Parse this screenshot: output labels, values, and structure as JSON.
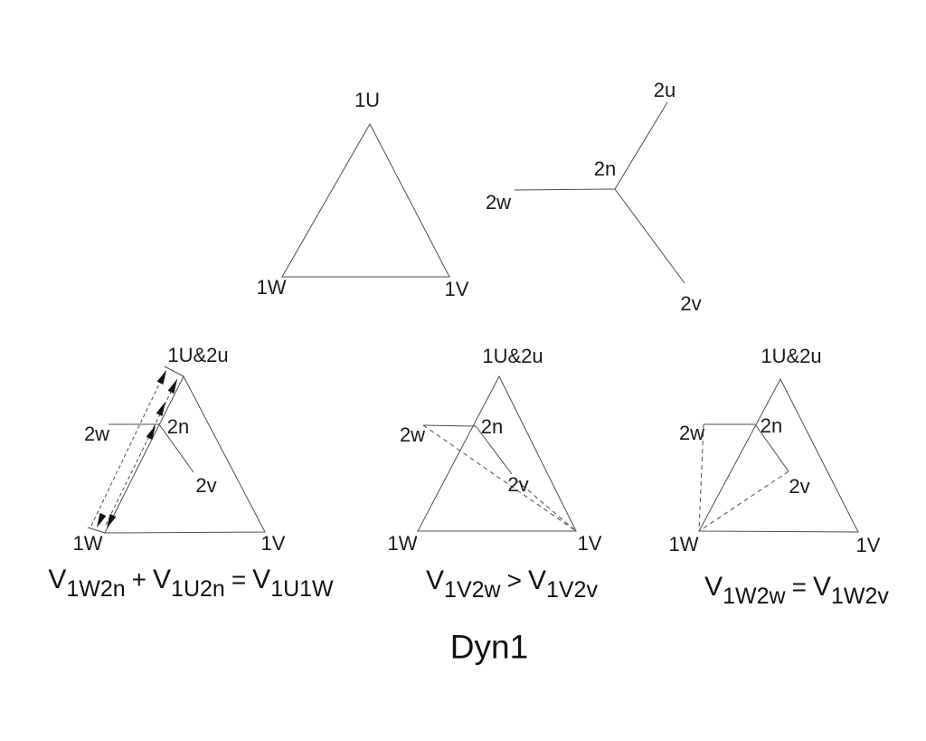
{
  "title": "Dyn1",
  "colors": {
    "background": "#ffffff",
    "line": "#4d4d4d",
    "text": "#1a1a1a",
    "arrow": "#111111"
  },
  "primary_triangle": {
    "top": "1U",
    "bottom_left": "1W",
    "bottom_right": "1V"
  },
  "secondary_star": {
    "up": "2u",
    "neutral": "2n",
    "left": "2w",
    "down": "2v"
  },
  "diagram_a": {
    "apex": "1U&2u",
    "w": "2w",
    "neutral": "2n",
    "v": "2v",
    "bottom_left": "1W",
    "bottom_right": "1V"
  },
  "diagram_b": {
    "apex": "1U&2u",
    "w": "2w",
    "neutral": "2n",
    "v": "2v",
    "bottom_left": "1W",
    "bottom_right": "1V"
  },
  "diagram_c": {
    "apex": "1U&2u",
    "w": "2w",
    "neutral": "2n",
    "v": "2v",
    "bottom_left": "1W",
    "bottom_right": "1V"
  },
  "formula_a": {
    "base1": "V",
    "sub1": "1W2n",
    "op1": "+",
    "base2": "V",
    "sub2": "1U2n",
    "op2": "=",
    "base3": "V",
    "sub3": "1U1W"
  },
  "formula_b": {
    "base1": "V",
    "sub1": "1V2w",
    "op1": ">",
    "base2": "V",
    "sub2": "1V2v"
  },
  "formula_c": {
    "base1": "V",
    "sub1": "1W2w",
    "op1": "=",
    "base2": "V",
    "sub2": "1W2v"
  }
}
